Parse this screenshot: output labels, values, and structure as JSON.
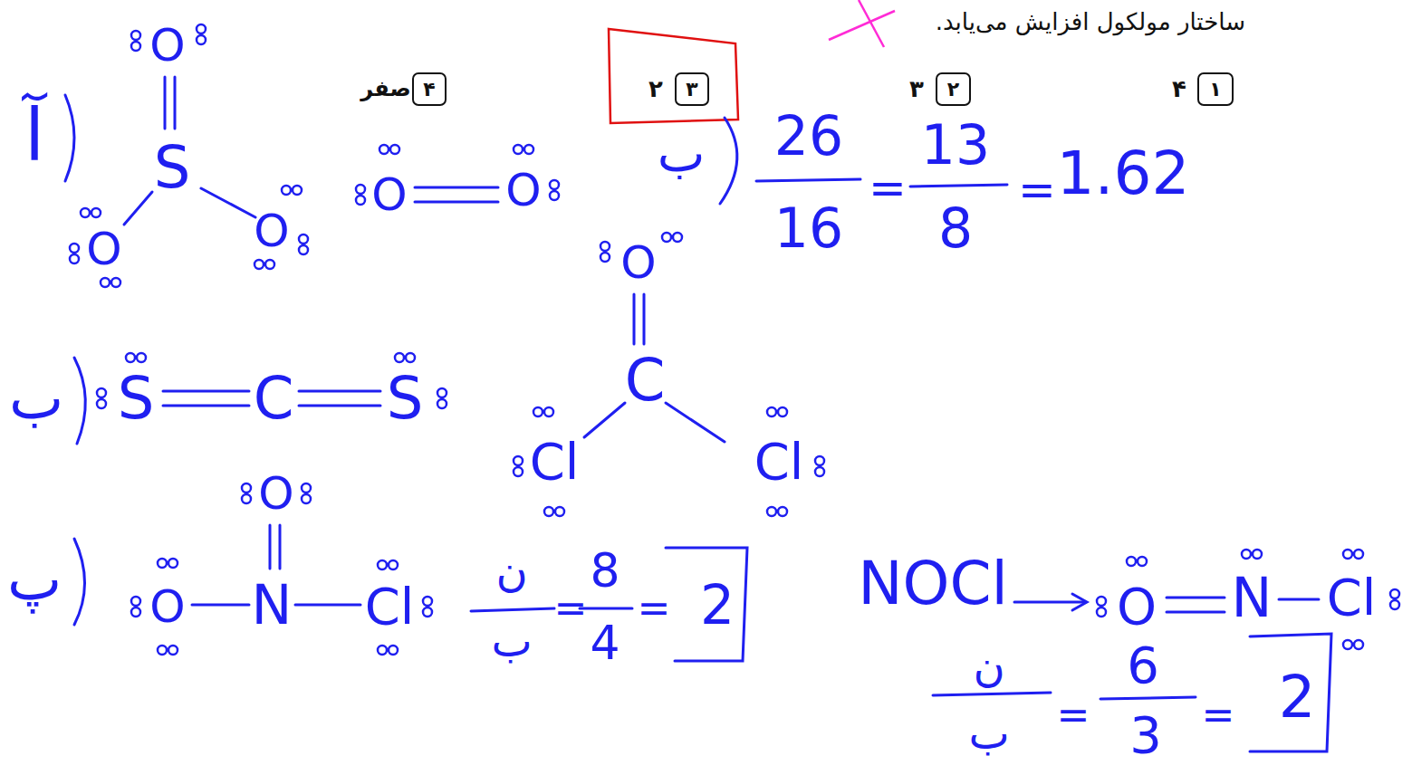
{
  "diagram": {
    "nodes": [
      {
        "text": [
          "۱"
        ]
      },
      {
        "text": [
          "۲"
        ]
      },
      {
        "text": [
          "۳"
        ]
      },
      {
        "text": [
          "۴"
        ]
      }
    ],
    "labels": [
      "ساختار مولکول افزایش می‌یابد.",
      "۴",
      "۳",
      "۲",
      "صفر",
      "آ",
      "O",
      "S",
      "O",
      "O",
      "O",
      "O",
      "ب",
      "26",
      "16",
      "=",
      "13",
      "8",
      "=",
      "1.62",
      "ب",
      "S",
      "C",
      "S",
      "O",
      "C",
      "Cl",
      "Cl",
      "پ",
      "O",
      "N",
      "Cl",
      "O",
      "ن",
      "ب",
      "=",
      "8",
      "4",
      "=",
      "2",
      "NOCl",
      "O",
      "N",
      "Cl",
      "ن",
      "ب",
      "=",
      "6",
      "3",
      "=",
      "2"
    ]
  }
}
